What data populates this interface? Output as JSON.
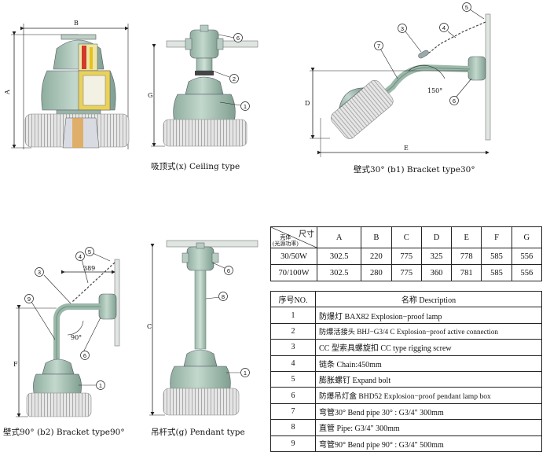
{
  "captions": {
    "ceiling": "吸顶式(x) Ceiling   type",
    "bracket30": "壁式30° (b1) Bracket  type30°",
    "bracket90": "壁式90° (b2) Bracket  type90°",
    "pendant": "吊杆式(g) Pendant    type"
  },
  "dim_letters": {
    "A": "A",
    "B": "B",
    "C": "C",
    "D": "D",
    "E": "E",
    "F": "F",
    "G": "G"
  },
  "angles": {
    "a150": "150°",
    "a90": "90°"
  },
  "dim_389": "389",
  "callouts": [
    "1",
    "2",
    "3",
    "4",
    "5",
    "6",
    "7",
    "8",
    "9"
  ],
  "dims_table": {
    "header_top": "尺寸",
    "header_bottom": "壳体\n(光源功率)",
    "columns": [
      "A",
      "B",
      "C",
      "D",
      "E",
      "F",
      "G"
    ],
    "rows": [
      {
        "model": "30/50W",
        "values": [
          "302.5",
          "220",
          "775",
          "325",
          "778",
          "585",
          "556"
        ]
      },
      {
        "model": "70/100W",
        "values": [
          "302.5",
          "280",
          "775",
          "360",
          "781",
          "585",
          "556"
        ]
      }
    ]
  },
  "parts_table": {
    "header_no": "序号NO.",
    "header_name": "名称  Description",
    "rows": [
      {
        "no": "1",
        "name": "防爆灯  BAX82 Explosion−proof lamp"
      },
      {
        "no": "2",
        "name": "防爆活接头 BHJ−G3/4 C Explosion−proof active connection"
      },
      {
        "no": "3",
        "name": "CC 型索具螺旋扣  CC type rigging screw"
      },
      {
        "no": "4",
        "name": "链条  Chain:450mm"
      },
      {
        "no": "5",
        "name": "膨胀螺钉  Expand bolt"
      },
      {
        "no": "6",
        "name": "防爆吊灯盒 BHD52 Explosion−proof  pendant lamp box"
      },
      {
        "no": "7",
        "name": "弯管30°  Bend pipe 30°  : G3/4\" 300mm"
      },
      {
        "no": "8",
        "name": "直管  Pipe: G3/4\" 300mm"
      },
      {
        "no": "9",
        "name": "弯管90°    Bend pipe 90°  : G3/4\" 500mm"
      }
    ]
  },
  "colors": {
    "body": "#a9c2b5",
    "body_dark": "#7e9c8d",
    "fins": "#dcdcdc",
    "line": "#222222",
    "yellow": "#e8c21a",
    "red": "#d23a2a"
  }
}
